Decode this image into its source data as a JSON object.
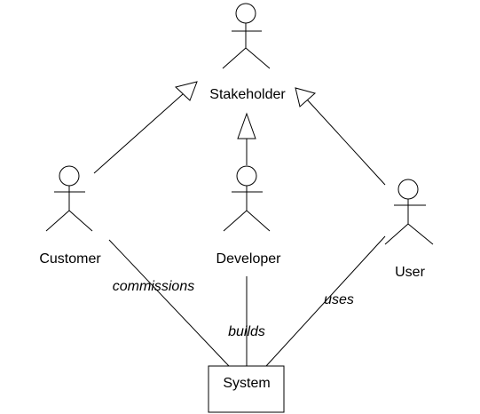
{
  "actors": {
    "stakeholder": {
      "name": "Stakeholder"
    },
    "customer": {
      "name": "Customer"
    },
    "developer": {
      "name": "Developer"
    },
    "user": {
      "name": "User"
    }
  },
  "system": {
    "name": "System"
  },
  "associations": {
    "customer_system": {
      "label": "commissions"
    },
    "developer_system": {
      "label": "builds"
    },
    "user_system": {
      "label": "uses"
    }
  },
  "generalizations": [
    {
      "from": "Customer",
      "to": "Stakeholder"
    },
    {
      "from": "Developer",
      "to": "Stakeholder"
    },
    {
      "from": "User",
      "to": "Stakeholder"
    }
  ],
  "colors": {
    "stroke": "#000000",
    "background": "#ffffff"
  }
}
